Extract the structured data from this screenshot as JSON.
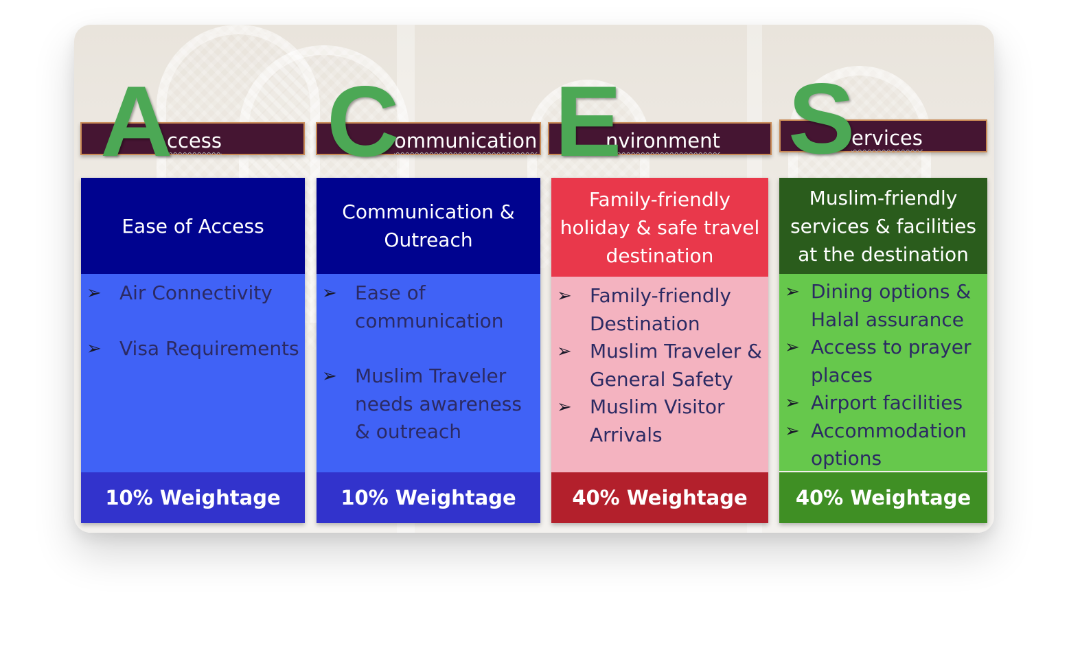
{
  "columns": [
    {
      "letter": "A",
      "header": "ccess",
      "title": "Ease of Access",
      "items": [
        "Air Connectivity",
        "Visa Requirements"
      ],
      "weightage": "10% Weightage",
      "colors": {
        "title": "#00038f",
        "body": "#4062f6",
        "weight": "#3233cc"
      }
    },
    {
      "letter": "C",
      "header": "ommunication",
      "title": "Communication & Outreach",
      "items": [
        "Ease of communication",
        "Muslim Traveler needs awareness & outreach"
      ],
      "weightage": "10% Weightage",
      "colors": {
        "title": "#00038f",
        "body": "#4062f6",
        "weight": "#3233cc"
      }
    },
    {
      "letter": "E",
      "header": "nvironment",
      "title": "Family-friendly holiday & safe travel destination",
      "items": [
        "Family-friendly Destination",
        "Muslim Traveler & General Safety",
        "Muslim Visitor Arrivals"
      ],
      "weightage": "40% Weightage",
      "colors": {
        "title": "#e9384b",
        "body": "#f4b3c0",
        "weight": "#b3202c"
      }
    },
    {
      "letter": "S",
      "header": "ervices",
      "title": "Muslim-friendly services & facilities at the destination",
      "items": [
        "Dining options & Halal assurance",
        "Access to prayer places",
        "Airport facilities",
        "Accommodation options"
      ],
      "weightage": "40% Weightage",
      "colors": {
        "title": "#2a5c1c",
        "body": "#66c84c",
        "weight": "#3f8f24"
      }
    }
  ],
  "colors": {
    "header_bar": "#451532",
    "big_letter": "#4ca855"
  }
}
